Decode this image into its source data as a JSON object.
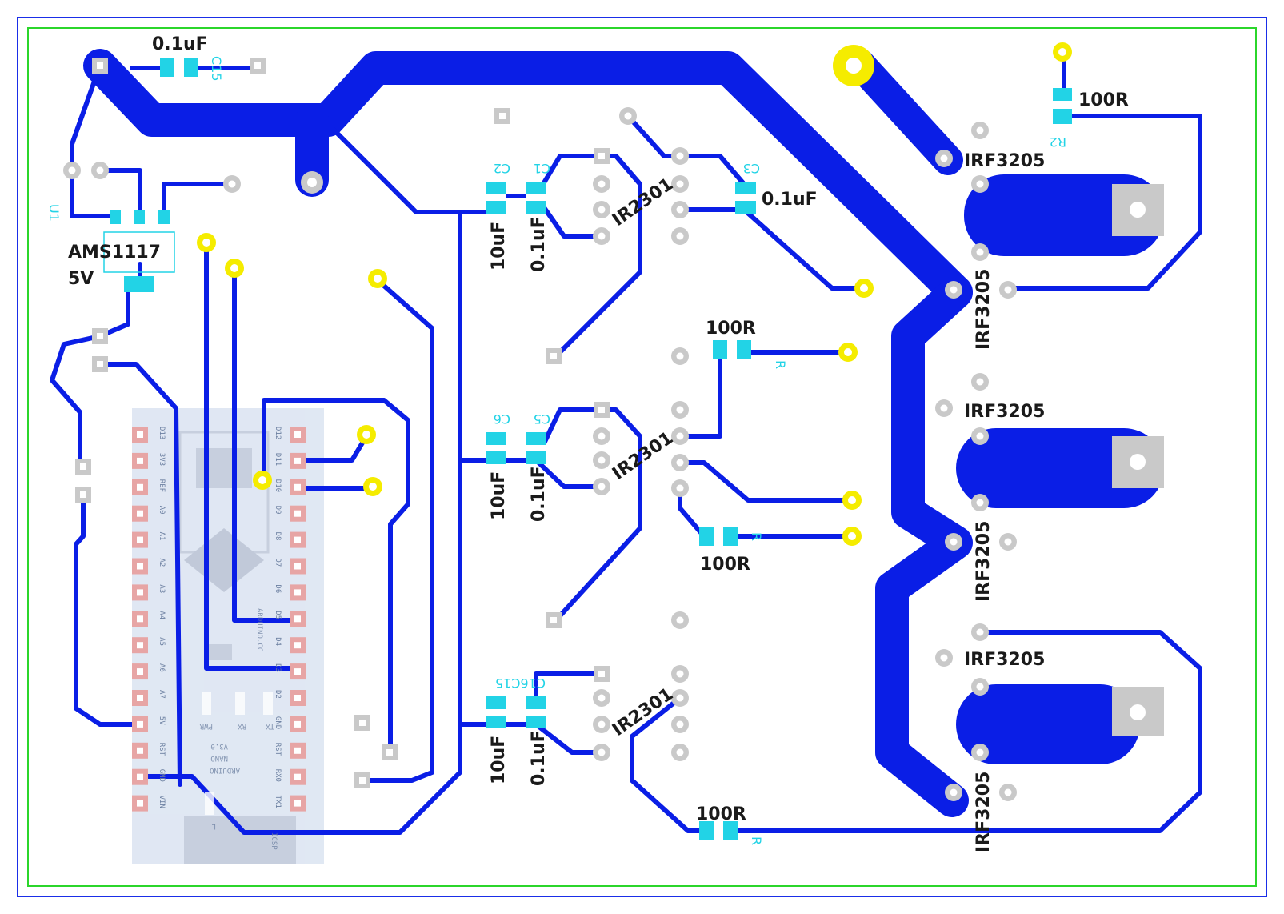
{
  "board": {
    "colors": {
      "trace": "#0a1ee6",
      "pad": "#c9c9c9",
      "via_ring": "#f5ec00",
      "smd": "#22d3e6",
      "outline_outer": "#1a2ee8",
      "outline_inner": "#2bd62b",
      "label": "#1a1a1a"
    }
  },
  "labels": {
    "u1_part": "AMS1117",
    "u1_voltage": "5V",
    "c15_value": "0.1uF",
    "c3_value": "0.1uF",
    "r2_value": "100R",
    "r_top_value": "100R",
    "r_mid_value": "100R",
    "r_bot_value": "100R",
    "driver_1": "IR2301",
    "driver_2": "IR2301",
    "driver_3": "IR2301",
    "c2_value": "10uF",
    "c1_value": "0.1uF",
    "c6_value": "10uF",
    "c5_value": "0.1uF",
    "c16_value": "10uF",
    "c15b_value": "0.1uF",
    "mosfet_1a": "IRF3205",
    "mosfet_1b": "IRF3205",
    "mosfet_2a": "IRF3205",
    "mosfet_2b": "IRF3205",
    "mosfet_3a": "IRF3205",
    "mosfet_3b": "IRF3205"
  },
  "silkscreen": {
    "u1": "U1",
    "c15": "C15",
    "c2": "C2",
    "c1": "C1",
    "c3": "C3",
    "c6": "C6",
    "c5": "C5",
    "c16c15": "C16C15",
    "r2": "R2",
    "r_a": "R",
    "r_b": "R",
    "r_c": "R"
  },
  "nano": {
    "left_pins": [
      "D13",
      "3V3",
      "REF",
      "A0",
      "A1",
      "A2",
      "A3",
      "A4",
      "A5",
      "A6",
      "A7",
      "5V",
      "RST",
      "GND",
      "VIN"
    ],
    "right_pins": [
      "D12",
      "D11",
      "D10",
      "D9",
      "D8",
      "D7",
      "D6",
      "D5",
      "D4",
      "D3",
      "D2",
      "GND",
      "RST",
      "RX0",
      "TX1"
    ],
    "board_text": [
      "ARDUINO",
      "NANO",
      "V3.0"
    ],
    "leds": [
      "PWR",
      "RX",
      "TX",
      "L"
    ],
    "misc": [
      "ICSP",
      "ARDUINO.CC"
    ]
  }
}
